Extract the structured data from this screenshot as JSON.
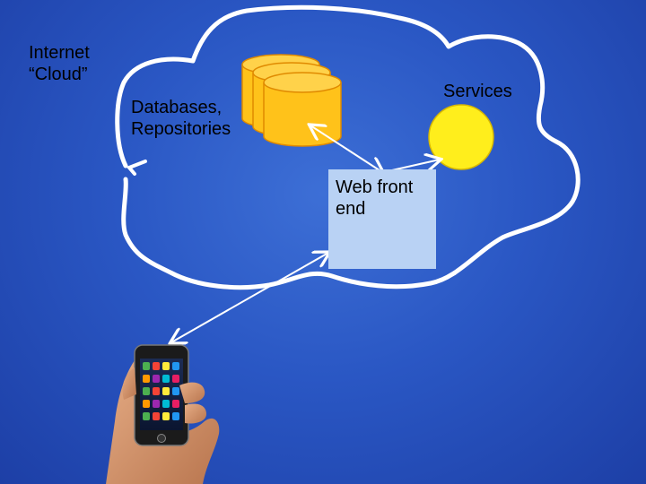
{
  "cloud_label": "Internet\n“Cloud”",
  "databases_label": "Databases,\nRepositories",
  "services_label": "Services",
  "web_front_end_label": "Web front\nend",
  "colors": {
    "background": "#2a57c4",
    "cloud_outline": "#ffffff",
    "database_fill": "#ffc21a",
    "services_fill": "#ffee1c",
    "web_box_fill": "#b9d2f4"
  },
  "icons": [
    "database-icon",
    "services-circle",
    "smartphone-in-hand-icon"
  ]
}
